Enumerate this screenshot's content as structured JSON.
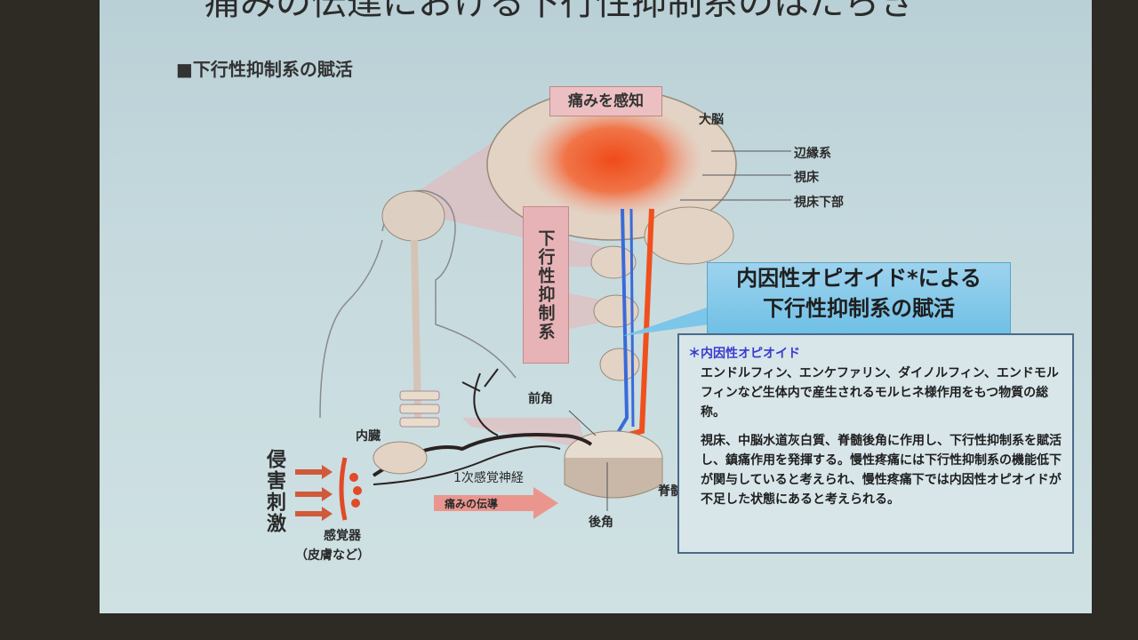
{
  "slide": {
    "title": "痛みの伝達における下行性抑制系のはたらき",
    "subtitle": "■下行性抑制系の賦活"
  },
  "diagram": {
    "pain_perception": "痛みを感知",
    "cerebrum": "大脳",
    "limbic": "辺縁系",
    "thalamus": "視床",
    "hypothalamus": "視床下部",
    "descending_system": "下行性抑制系",
    "anterior_horn": "前角",
    "posterior_horn": "後角",
    "spinal_cord": "脊髄",
    "viscera": "内臓",
    "primary_nerve": "1次感覚神経",
    "pain_conduction": "痛みの伝導",
    "noxious_stimulus": "侵害刺激",
    "receptor": "感覚器",
    "receptor_note": "（皮膚など）"
  },
  "callout": {
    "line1": "内因性オピオイド*による",
    "line2": "下行性抑制系の賦活"
  },
  "note": {
    "heading": "＊内因性オピオイド",
    "para1": "エンドルフィン、エンケファリン、ダイノルフィン、エンドモルフィンなど生体内で産生されるモルヒネ様作用をもつ物質の総称。",
    "para2": "視床、中脳水道灰白質、脊髄後角に作用し、下行性抑制系を賦活し、鎮痛作用を発揮する。慢性疼痛には下行性抑制系の機能低下が関与していると考えられ、慢性疼痛下では内因性オピオイドが不足した状態にあると考えられる。"
  },
  "colors": {
    "pain": "#f0501e",
    "descending": "#3a6ad8",
    "callout": "#7cc6ea",
    "note_heading": "#3a3ad0"
  }
}
